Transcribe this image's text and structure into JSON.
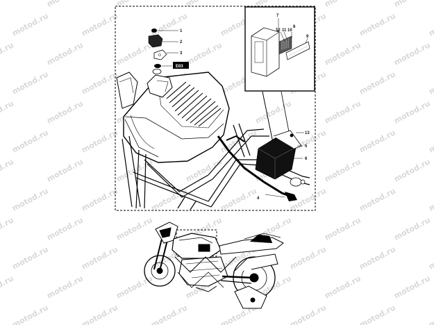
{
  "watermark": {
    "text": "motod.ru"
  },
  "callouts": {
    "c1": "1",
    "c2": "2",
    "c3": "3",
    "c4": "4",
    "c5": "5",
    "c6": "6",
    "c7": "7",
    "c8": "8",
    "c9": "9",
    "c10": "10",
    "c11": "11",
    "c12": "12",
    "c13": "13"
  },
  "ref_tag": "E03",
  "colors": {
    "line": "#000000",
    "watermark": "#d9d9d9",
    "tag_bg": "#000000"
  }
}
